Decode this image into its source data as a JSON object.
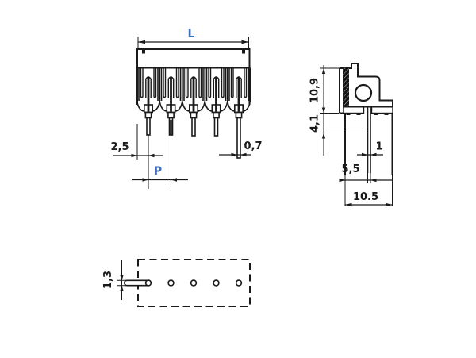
{
  "drawing_title": "connector-dimension-drawing",
  "colors": {
    "line": "#1a1a1a",
    "accent_blue": "#3e6fbe",
    "background": "#ffffff"
  },
  "front_view": {
    "length_label": "L",
    "edge_to_pin": "2,5",
    "pin_width": "0,7",
    "pitch_label": "P"
  },
  "side_view": {
    "body_height": "10,9",
    "pin_depth": "4,1",
    "leg_width": "1",
    "leg_span": "5,5",
    "total_depth": "10.5"
  },
  "bottom_view": {
    "pin_thickness": "1,3"
  }
}
